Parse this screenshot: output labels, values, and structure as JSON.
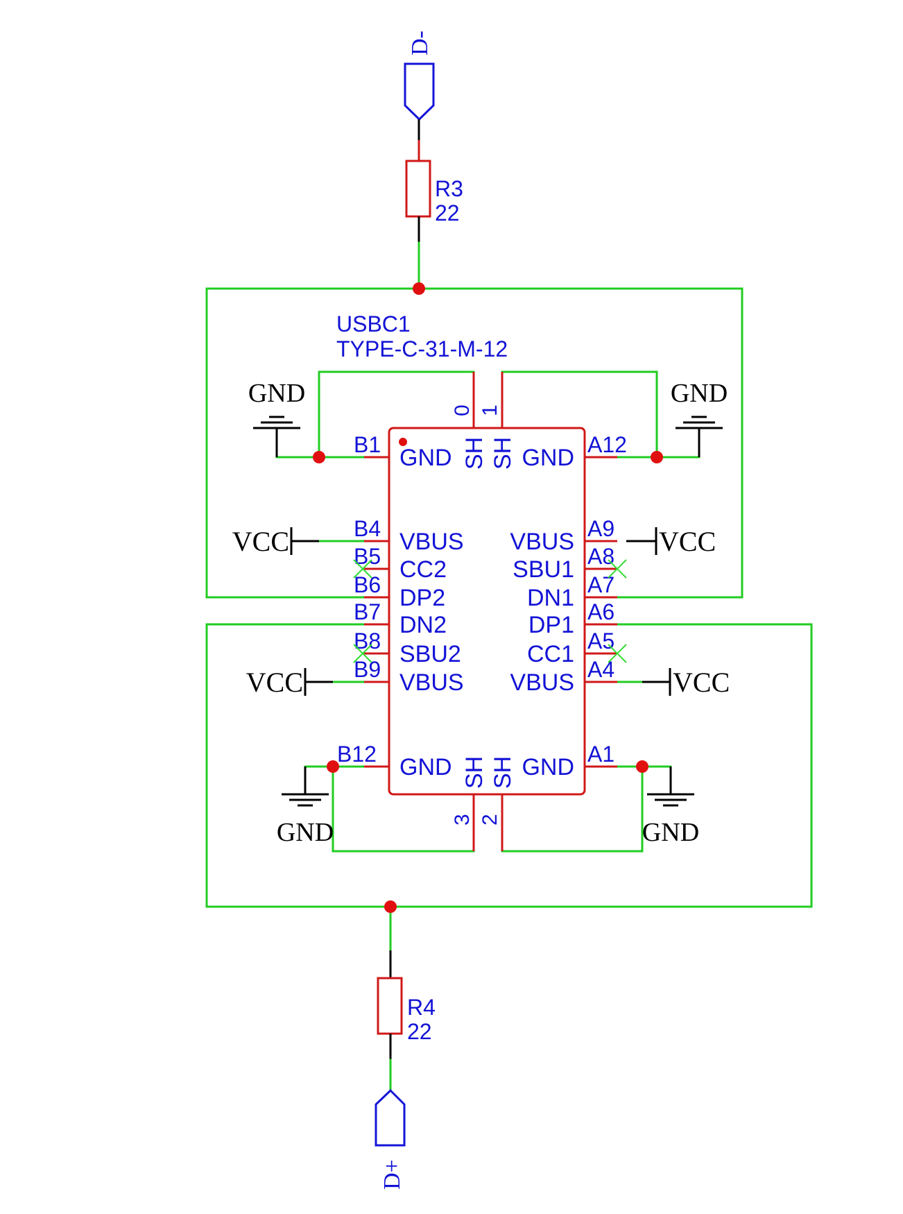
{
  "component": {
    "designator": "USBC1",
    "part": "TYPE-C-31-M-12",
    "pins_left": [
      {
        "num": "B1",
        "name": "GND",
        "no_connect": false
      },
      {
        "num": "B4",
        "name": "VBUS",
        "no_connect": false
      },
      {
        "num": "B5",
        "name": "CC2",
        "no_connect": true
      },
      {
        "num": "B6",
        "name": "DP2",
        "no_connect": false
      },
      {
        "num": "B7",
        "name": "DN2",
        "no_connect": false
      },
      {
        "num": "B8",
        "name": "SBU2",
        "no_connect": true
      },
      {
        "num": "B9",
        "name": "VBUS",
        "no_connect": false
      },
      {
        "num": "B12",
        "name": "GND",
        "no_connect": false
      }
    ],
    "pins_right": [
      {
        "num": "A12",
        "name": "GND",
        "no_connect": false
      },
      {
        "num": "A9",
        "name": "VBUS",
        "no_connect": false
      },
      {
        "num": "A8",
        "name": "SBU1",
        "no_connect": true
      },
      {
        "num": "A7",
        "name": "DN1",
        "no_connect": false
      },
      {
        "num": "A6",
        "name": "DP1",
        "no_connect": false
      },
      {
        "num": "A5",
        "name": "CC1",
        "no_connect": true
      },
      {
        "num": "A4",
        "name": "VBUS",
        "no_connect": false
      },
      {
        "num": "A1",
        "name": "GND",
        "no_connect": false
      }
    ],
    "shield_pins": [
      {
        "num": "0",
        "name": "SH"
      },
      {
        "num": "1",
        "name": "SH"
      },
      {
        "num": "3",
        "name": "SH"
      },
      {
        "num": "2",
        "name": "SH"
      }
    ]
  },
  "resistors": [
    {
      "designator": "R3",
      "value": "22"
    },
    {
      "designator": "R4",
      "value": "22"
    }
  ],
  "net_ports": {
    "top": "D-",
    "bottom": "D+"
  },
  "power_symbols": {
    "gnd": "GND",
    "vcc": "VCC"
  },
  "colors": {
    "wire": "#22cc22",
    "component_outline": "#d01818",
    "junction": "#e01010",
    "text": "#1212d6",
    "power": "#000000",
    "no_connect": "#33dd33"
  }
}
